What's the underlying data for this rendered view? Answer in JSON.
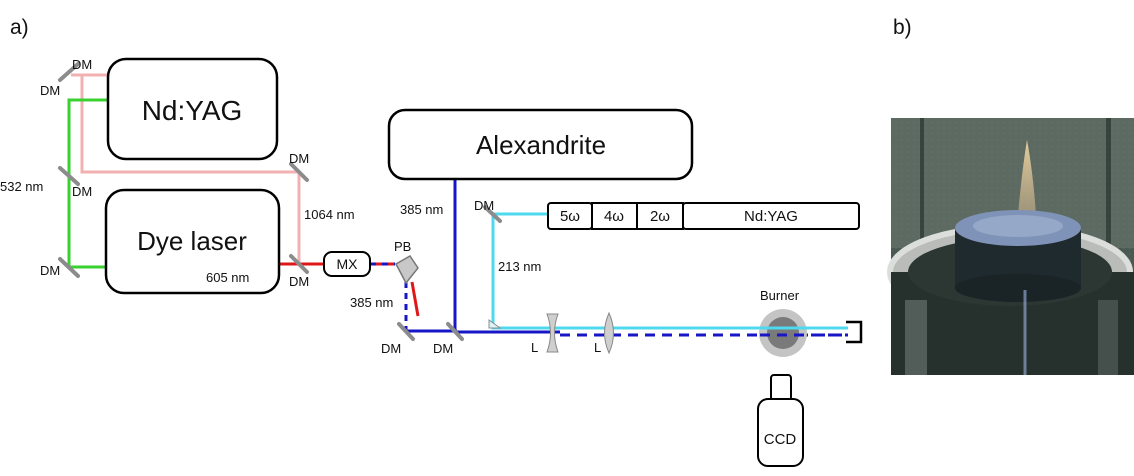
{
  "panels": {
    "a": "a)",
    "b": "b)"
  },
  "colors": {
    "green": "#39d12f",
    "ir_pink": "#f2b1b1",
    "red": "#e01717",
    "blue": "#1616c6",
    "cyan": "#4fd9ee",
    "mirror": "#8c8c8c"
  },
  "boxes": {
    "ndyag_left": "Nd:YAG",
    "dye": "Dye laser",
    "alex": "Alexandrite",
    "mx": "MX",
    "h5": "5ω",
    "h4": "4ω",
    "h2": "2ω",
    "ndyag_right": "Nd:YAG",
    "ccd": "CCD"
  },
  "labels": {
    "dm": "DM",
    "pb": "PB",
    "lens": "L",
    "burner": "Burner",
    "nm532": "532 nm",
    "nm1064": "1064 nm",
    "nm605": "605 nm",
    "nm385_mid": "385 nm",
    "nm385_top": "385 nm",
    "nm213": "213 nm"
  }
}
